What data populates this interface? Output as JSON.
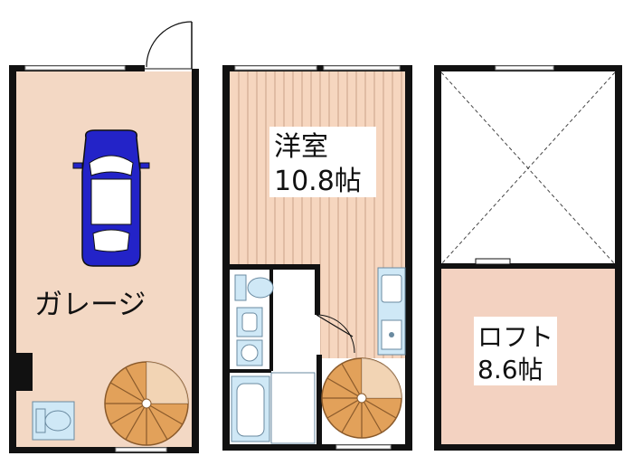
{
  "colors": {
    "background": "#ffffff",
    "wall": "#111111",
    "garage_floor": "#f3d8c4",
    "wood_floor": "#f6d6bf",
    "wood_line": "#c9a38a",
    "loft_floor": "#f3d2c1",
    "fixture_fill": "#cfe8f6",
    "fixture_stroke": "#6a8aa0",
    "stair_fill": "#e2a15a",
    "stair_stroke": "#8a5a2b",
    "car_body": "#2323c8",
    "window": "#9a9a9a"
  },
  "rooms": {
    "garage": {
      "label": "ガレージ"
    },
    "western_room": {
      "name": "洋室",
      "size": "10.8帖"
    },
    "loft": {
      "name": "ロフト",
      "size": "8.6帖"
    }
  },
  "icons": [
    "car-icon",
    "toilet-icon",
    "bathtub-icon",
    "washbasin-icon",
    "spiral-stair-icon",
    "door-swing-icon",
    "sink-icon",
    "void-cross-icon"
  ]
}
